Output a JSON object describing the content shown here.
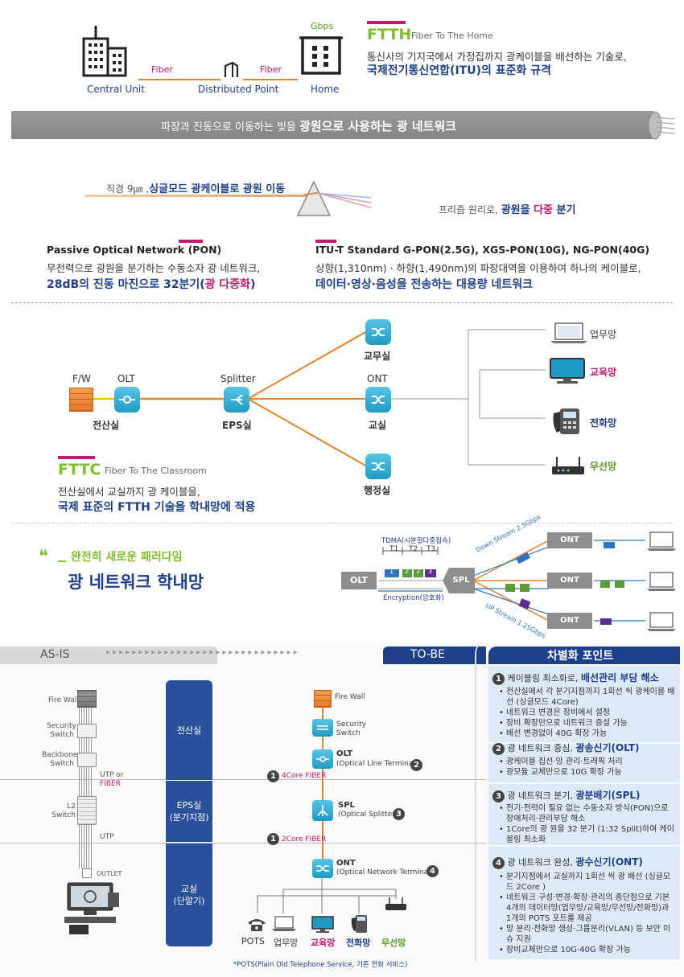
{
  "ftth": {
    "central_unit": "Central Unit",
    "distributed_point": "Distributed Point",
    "home": "Home",
    "fiber1": "Fiber",
    "fiber2": "Fiber",
    "gbps": "Gbps",
    "title": "FTTH",
    "subtitle": "Fiber To The Home",
    "line1": "통신사의 기지국에서 가정집까지 광케이블을  배선하는 기술로,",
    "line2": "국제전기통신연합(ITU)의 표준화 규격"
  },
  "banner": {
    "text_plain": "파장과 진동으로 이동하는 빛을 ",
    "text_bold": "광원으로 사용하는 광 네트워크"
  },
  "prism": {
    "cable_pre": "직경 9㎛ ,",
    "cable_bold": "싱글모드 광케이블로 광원 이동",
    "split_pre": "프리즘 원리로, ",
    "split_bold1": "광원을 ",
    "split_pink": "다중",
    "split_bold2": " 분기"
  },
  "pon": {
    "title": "Passive Optical Network (PON)",
    "line1": "무전력으로 광원을 분기하는 수동소자 광 네트워크,",
    "line2_pre": "28dB의 진동 마진으로 32분기(",
    "line2_pink": "광 다중화",
    "line2_post": ")"
  },
  "itu": {
    "title": "ITU-T Standard G-PON(2.5G), XGS-PON(10G), NG-PON(40G)",
    "line1": "상향(1,310nm) · 하향(1,490nm)의 파장대역을 이용하여 하나의 케이블로,",
    "line2": "데이터·영상·음성을 전송하는 대용량 네트워크"
  },
  "fttc_diagram": {
    "fw": "F/W",
    "olt": "OLT",
    "splitter": "Splitter",
    "ont": "ONT",
    "server_room": "전산실",
    "eps_room": "EPS실",
    "gyomu": "교무실",
    "classroom": "교실",
    "admin": "행정실",
    "net_work": "업무망",
    "net_edu": "교육망",
    "net_phone": "전화망",
    "net_wifi": "무선망",
    "title": "FTTC",
    "subtitle": "Fiber To The Classroom",
    "line1": "전산실에서 교실까지 광 케이블을,",
    "line2": "국제 표준의 FTTH 기술을 학내망에 적용"
  },
  "paradigm": {
    "quote": "❝",
    "line1": "완전히 새로운 패러다임",
    "line2": "광 네트워크 학내망"
  },
  "tdma": {
    "label": "TDMA(시분할다중접속)",
    "t1": "T1",
    "t2": "T2",
    "t3": "T3",
    "olt": "OLT",
    "spl": "SPL",
    "encryption": "Encryption(암호화)",
    "down": "Down Stream 2.5Gbps",
    "up": "UP Stream 1.25Gbps",
    "ont1": "ONT",
    "ont2": "ONT",
    "ont3": "ONT",
    "n1": "1",
    "n2": "2",
    "n3": "3"
  },
  "compare": {
    "asis": "AS-IS",
    "tobe": "TO-BE",
    "diff_title": "차별화 포인트",
    "asis_firewall": "Fire Wall",
    "asis_security": "Security\nSwitch",
    "asis_backbone": "Backbone\nSwitch",
    "asis_utp_or": "UTP or",
    "asis_fiber": "FIBER",
    "asis_l2": "L2\nSwitch",
    "asis_utp": "UTP",
    "asis_outlet": "OUTLET",
    "zone1": "전산실",
    "zone2": "EPS실\n(분기지점)",
    "zone3": "교실\n(단말기)",
    "tobe_firewall": "Fire Wall",
    "tobe_security": "Security\nSwitch",
    "tobe_olt": "OLT",
    "tobe_olt_sub": "(Optical Line Terminal)",
    "tobe_4core": "4Core FIBER",
    "tobe_spl": "SPL",
    "tobe_spl_sub": "(Optical Splitter)",
    "tobe_2core": "2Core FIBER",
    "tobe_ont": "ONT",
    "tobe_ont_sub": "(Optical Network Terminal)",
    "dev_pots": "POTS",
    "dev_work": "업무망",
    "dev_edu": "교육망",
    "dev_phone": "전화망",
    "dev_wifi": "무선망",
    "footnote": "*POTS(Plain Old Telephone Service, 기존 전화 서비스)",
    "num1": "1",
    "num2": "2",
    "num3": "3",
    "num4": "4"
  },
  "diff": [
    {
      "num": "1",
      "pre": "케이블링 최소화로, ",
      "bold": "배선관리 부담 해소",
      "items": [
        "전산실에서 각 분기지점까지 1회선 씩  광케이블 배선 (싱글모드 4Core)",
        "네트워크 변경은 장비에서 설정",
        "장비 확장만으로 네트워크 증설 가능",
        "배선 변경없이 40G 확장 가능"
      ]
    },
    {
      "num": "2",
      "pre": "광 네트워크 중심, ",
      "bold": "광송신기(OLT)",
      "items": [
        "광케이블 집선·망 관리·트래픽 처리",
        "광모듈 교체만으로 10G 확장 가능"
      ]
    },
    {
      "num": "3",
      "pre": "광 네트워크 분기, ",
      "bold": "광분배기(SPL)",
      "items": [
        "전기·전력이 필요 없는 수동소자 방식(PON)으로 장애처리·관리부담 해소",
        "1Core의 광 원을 32 분기 (1:32 Split)하여 케이블링 최소화"
      ]
    },
    {
      "num": "4",
      "pre": "광 네트워크 완성, ",
      "bold": "광수신기(ONT)",
      "items": [
        "분기지점에서 교실까지 1회선 씩 광 배선 (싱글모드 2Core )",
        "네트워크 구성·변경·확장·관리의 종단점으로 기본 4개의 데이터망(업무망/교육망/무선망/전화망)과 1개의 POTS 포트를 제공",
        "망 분리·전화망 생성·그룹분리(VLAN) 등 보안 이슈 지원",
        "장비교체만으로 10G·40G 확장 가능"
      ]
    }
  ],
  "colors": {
    "navy": "#1e3f8a",
    "pink": "#c6166e",
    "orange": "#e8822c",
    "cyan": "#2aa7d3",
    "purple": "#5b2c91"
  }
}
